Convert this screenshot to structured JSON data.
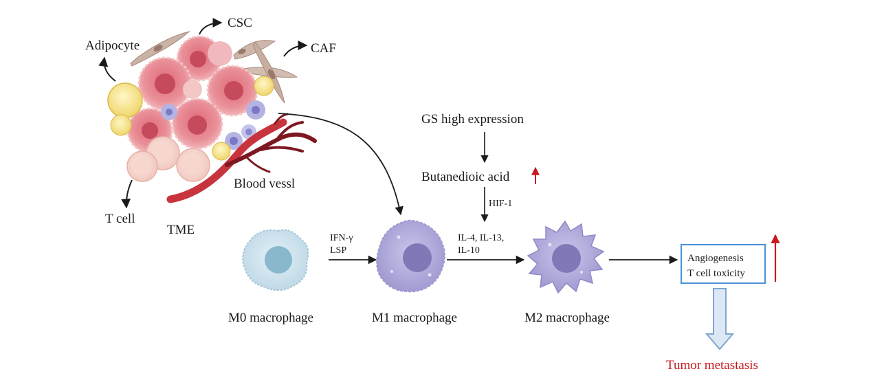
{
  "tme": {
    "labels": {
      "adipocyte": "Adipocyte",
      "csc": "CSC",
      "caf": "CAF",
      "blood_vessel": "Blood vessl",
      "t_cell": "T cell",
      "tme": "TME"
    }
  },
  "pathway": {
    "gs_high_expression": "GS high expression",
    "butanedioic_acid": "Butanedioic acid",
    "hif1": "HIF-1"
  },
  "transitions": {
    "m0_to_m1": [
      "IFN-γ",
      "LSP"
    ],
    "m1_to_m2": [
      "IL-4, IL-13,",
      "IL-10"
    ]
  },
  "macrophages": {
    "m0": "M0 macrophage",
    "m1": "M1 macrophage",
    "m2": "M2 macrophage"
  },
  "outcome_box": {
    "line1": "Angiogenesis",
    "line2": "T cell toxicity"
  },
  "result": "Tumor metastasis",
  "colors": {
    "up_arrow": "#c8191e",
    "box_border": "#4a90d9",
    "result_text": "#c8191e",
    "m0_fill": "#cfe3ee",
    "m1_fill": "#a9a3d6",
    "m2_fill": "#a9a3d6"
  },
  "icons": [
    "up-arrow-icon",
    "down-arrow-icon",
    "hollow-down-arrow-icon"
  ]
}
